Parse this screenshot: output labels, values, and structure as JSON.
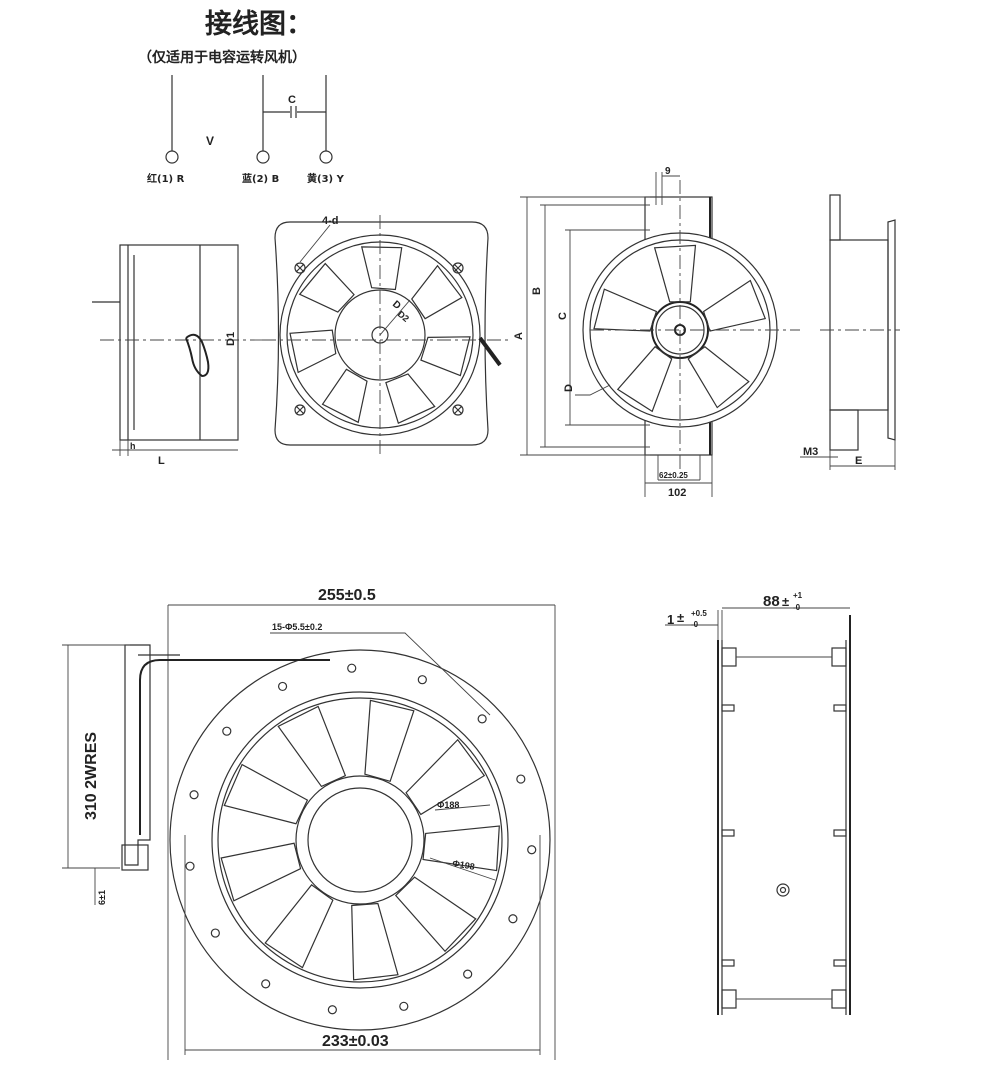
{
  "wiring": {
    "title": "接线图：",
    "subtitle": "（仅适用于电容运转风机）",
    "voltage": "V",
    "capacitor": "C",
    "terminal_red": "红(1) R",
    "terminal_blue": "蓝(2) B",
    "terminal_yellow": "黄(3) Y"
  },
  "top_views": {
    "side": {
      "d1": "D1",
      "h": "h",
      "l": "L"
    },
    "front_square": {
      "holes": "4-d",
      "d": "D",
      "d2": "D2"
    },
    "front_round": {
      "a": "A",
      "b": "B",
      "c": "C",
      "d": "D",
      "nine": "9",
      "spacing": "62±0.25",
      "width": "102"
    },
    "profile": {
      "m3": "M3",
      "e": "E"
    }
  },
  "bottom_views": {
    "front": {
      "width_outer": "255±0.5",
      "holes": "15-Φ5.5±0.2",
      "dia_inner": "Φ188",
      "dia_outer": "Φ198",
      "cable": "310 2WRES",
      "cable_tol": "6±1",
      "hole_spacing": "233±0.03"
    },
    "side": {
      "depth": "88",
      "depth_tol_upper": "+1",
      "depth_tol_lower": "-0",
      "flange": "1",
      "flange_tol_upper": "+0.5",
      "flange_tol_lower": "-0"
    }
  }
}
